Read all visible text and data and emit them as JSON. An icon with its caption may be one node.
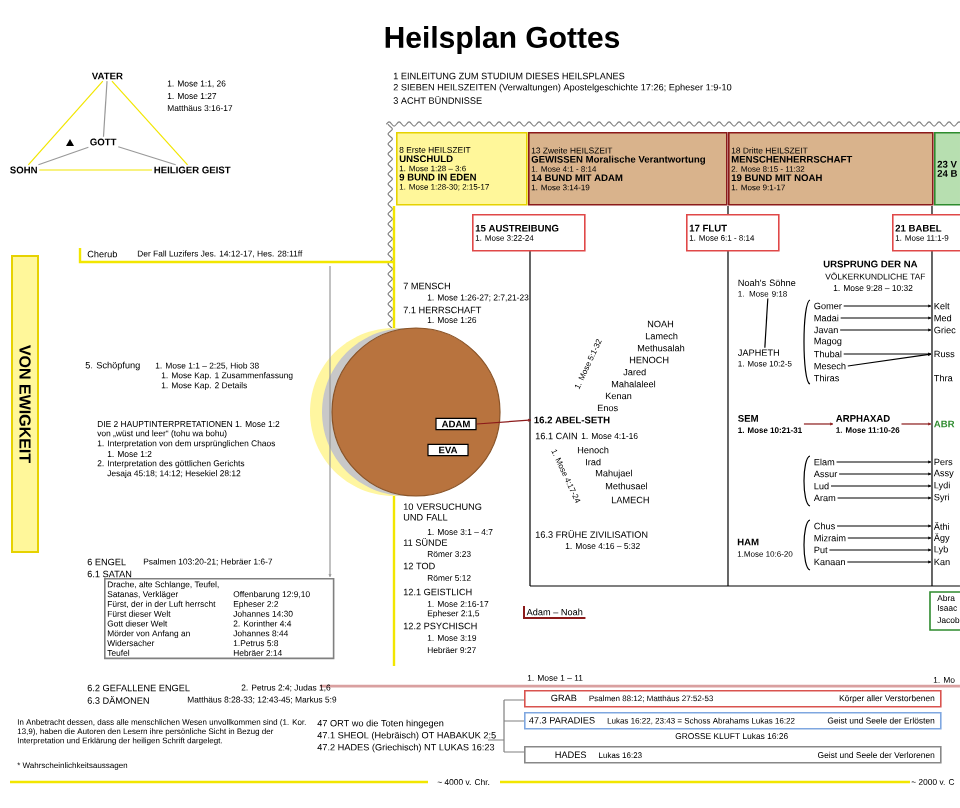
{
  "diagram": {
    "title": "Heilsplan Gottes",
    "nodes": [
      {
        "text": [
          "VATER"
        ]
      },
      {
        "text": [
          "GOTT"
        ]
      },
      {
        "text": [
          "SOHN"
        ]
      },
      {
        "text": [
          "HEILIGER GEIST"
        ]
      },
      {
        "text": [
          "VON EWIGKEIT"
        ]
      },
      {
        "text": [
          "8 Erste HEILSZEIT",
          "UNSCHULD",
          "1. Mose 1:28 – 3:6",
          "9 BUND IN EDEN",
          "1. Mose 1:28-30; 2:15-17"
        ]
      },
      {
        "text": [
          "13 Zweite HEILSZEIT",
          "GEWISSEN Moralische Verantwortung",
          "1. Mose 4:1 - 8:14",
          "14 BUND MIT ADAM",
          "1. Mose 3:14-19"
        ]
      },
      {
        "text": [
          "18 Dritte HEILSZEIT",
          "MENSCHENHERRSCHAFT",
          "2. Mose 8:15 - 11:32",
          "19 BUND MIT NOAH",
          "1. Mose 9:1-17"
        ]
      },
      {
        "text": [
          "23 V",
          "24 B"
        ]
      },
      {
        "text": [
          "15 AUSTREIBUNG",
          "1. Mose 3:22-24"
        ]
      },
      {
        "text": [
          "17 FLUT",
          "1. Mose 6:1 - 8:14"
        ]
      },
      {
        "text": [
          "21 BABEL",
          "1. Mose 11:1-9"
        ]
      },
      {
        "text": [],
        "shape": "circle"
      },
      {
        "text": [
          "ADAM"
        ],
        "in": 12
      },
      {
        "text": [
          "EVA"
        ],
        "in": 12
      },
      {
        "text": [
          "16.2 ABEL-SETH"
        ]
      },
      {
        "text": [
          "Drache, alte Schlange, Teufel, Satanas, Verkläger",
          "Offenbarung 12:9,10",
          "Fürst, der in der Luft herrscht",
          "Epheser 2:2",
          "Fürst dieser Welt",
          "Johannes 14:30",
          "Gott dieser Welt",
          "2. Korinther 4:4",
          "Mörder von Anfang an",
          "Johannes 8:44",
          "Widersacher",
          "1.Petrus 5:8",
          "Teufel",
          "Hebräer 2:14"
        ]
      },
      {
        "text": [
          "Adam – Noah"
        ]
      },
      {
        "text": [
          "SEM",
          "1. Mose 10:21-31"
        ]
      },
      {
        "text": [
          "ARPHAXAD",
          "1. Mose 11:10-26"
        ]
      },
      {
        "text": [
          "ABR"
        ]
      },
      {
        "text": [
          "Noah's Söhne",
          "1. Mose 9:18"
        ]
      },
      {
        "text": [
          "JAPHETH",
          "1. Mose 10:2-5"
        ]
      },
      {
        "text": [
          "Gomer"
        ]
      },
      {
        "text": [
          "Madai"
        ]
      },
      {
        "text": [
          "Javan"
        ]
      },
      {
        "text": [
          "Magog"
        ]
      },
      {
        "text": [
          "Thubal"
        ]
      },
      {
        "text": [
          "Mesech"
        ]
      },
      {
        "text": [
          "Thiras"
        ]
      },
      {
        "text": [
          "Elam"
        ]
      },
      {
        "text": [
          "Assur"
        ]
      },
      {
        "text": [
          "Lud"
        ]
      },
      {
        "text": [
          "Aram"
        ]
      },
      {
        "text": [
          "Chus"
        ]
      },
      {
        "text": [
          "Mizraim"
        ]
      },
      {
        "text": [
          "Put"
        ]
      },
      {
        "text": [
          "Kanaan"
        ]
      },
      {
        "text": [
          "Kelt"
        ]
      },
      {
        "text": [
          "Med"
        ]
      },
      {
        "text": [
          "Griec"
        ]
      },
      {
        "text": [
          "Russ"
        ]
      },
      {
        "text": [
          "Thra"
        ]
      },
      {
        "text": [
          "Pers"
        ]
      },
      {
        "text": [
          "Assy"
        ]
      },
      {
        "text": [
          "Lydi"
        ]
      },
      {
        "text": [
          "Syri"
        ]
      },
      {
        "text": [
          "Äthi"
        ]
      },
      {
        "text": [
          "Ägy"
        ]
      },
      {
        "text": [
          "Lyb"
        ]
      },
      {
        "text": [
          "Kan"
        ]
      },
      {
        "text": [
          "GRAB",
          "Psalmen 88:12; Matthäus 27:52-53",
          "Körper aller Verstorbenen"
        ]
      },
      {
        "text": [
          "47.3 PARADIES",
          "Lukas 16:22, 23:43 = Schoss Abrahams Lukas 16:22",
          "Geist und Seele der Erlösten"
        ]
      },
      {
        "text": [
          "HADES",
          "Lukas 16:23",
          "Geist und Seele der Verlorenen"
        ]
      }
    ],
    "edges": [
      {
        "from": 0,
        "to": 2,
        "arrow": "none",
        "color": "#f2e600"
      },
      {
        "from": 2,
        "to": 3,
        "arrow": "none",
        "color": "#f2e600"
      },
      {
        "from": 3,
        "to": 0,
        "arrow": "none",
        "color": "#f2e600"
      },
      {
        "from": 0,
        "to": 1,
        "arrow": "none",
        "color": "#999999"
      },
      {
        "from": 2,
        "to": 1,
        "arrow": "none",
        "color": "#999999"
      },
      {
        "from": 3,
        "to": 1,
        "arrow": "none",
        "color": "#999999"
      },
      {
        "from": 13,
        "to": 15,
        "arrow": "to",
        "color": "#8b1a1a"
      },
      {
        "from": null,
        "to": 16,
        "arrow": "to",
        "color": "#999999"
      },
      {
        "from": 18,
        "to": 19,
        "arrow": "to",
        "color": "#8b1a1a"
      },
      {
        "from": 19,
        "to": 20,
        "arrow": "to",
        "color": "#8b1a1a"
      },
      {
        "from": 21,
        "to": 22,
        "arrow": "none"
      },
      {
        "from": 23,
        "to": 38,
        "arrow": "to"
      },
      {
        "from": 24,
        "to": 39,
        "arrow": "to"
      },
      {
        "from": 25,
        "to": 40,
        "arrow": "to"
      },
      {
        "from": 27,
        "to": 41,
        "arrow": "to"
      },
      {
        "from": 28,
        "to": 41,
        "arrow": "to"
      },
      {
        "from": 30,
        "to": 43,
        "arrow": "to"
      },
      {
        "from": 31,
        "to": 44,
        "arrow": "to"
      },
      {
        "from": 32,
        "to": 45,
        "arrow": "to"
      },
      {
        "from": 33,
        "to": 46,
        "arrow": "to"
      },
      {
        "from": 34,
        "to": 47,
        "arrow": "to"
      },
      {
        "from": 35,
        "to": 48,
        "arrow": "to"
      },
      {
        "from": 36,
        "to": 49,
        "arrow": "to"
      },
      {
        "from": 37,
        "to": 50,
        "arrow": "to"
      }
    ],
    "labels": [
      "1. Mose 1:1, 26",
      "1. Mose 1:27",
      "Matthäus 3:16-17",
      "1 EINLEITUNG ZUM STUDIUM DIESES HEILSPLANES",
      "2 SIEBEN HEILSZEITEN (Verwaltungen) Apostelgeschichte 17:26; Epheser 1:9-10",
      "3 ACHT BÜNDNISSE",
      "Cherub",
      "Der Fall Luzifers Jes. 14:12-17, Hes. 28:11ff",
      "5. Schöpfung",
      "1. Mose 1:1 – 2:25, Hiob 38",
      "1. Mose Kap. 1 Zusammenfassung",
      "1. Mose Kap. 2 Details",
      "DIE 2 HAUPTINTERPRETATIONEN 1. Mose 1:2",
      "von „wüst und leer“ (tohu wa bohu)",
      "1. Interpretation von dem ursprünglichen Chaos",
      "1. Mose 1:2",
      "2. Interpretation des göttlichen Gerichts",
      "Jesaja 45:18; 14:12; Hesekiel 28:12",
      "6 ENGEL",
      "Psalmen 103:20-21; Hebräer 1:6-7",
      "6.1 SATAN",
      "6.2 GEFALLENE ENGEL",
      "2. Petrus 2:4; Judas 1,6",
      "6.3 DÄMONEN",
      "Matthäus 8:28-33; 12:43-45; Markus 5:9",
      "In Anbetracht dessen, dass alle menschlichen Wesen unvollkommen sind (1. Kor. 13,9), haben die Autoren den Lesern ihre persönliche Sicht in Bezug der Interpretation und Erklärung der heiligen Schrift dargelegt.",
      "* Wahrscheinlichkeitsaussagen",
      "7 MENSCH",
      "1. Mose 1:26-27; 2:7,21-23",
      "7.1 HERRSCHAFT",
      "1. Mose 1:26",
      "10 VERSUCHUNG UND FALL",
      "1. Mose 3:1 – 4:7",
      "11 SÜNDE",
      "Römer 3:23",
      "12 TOD",
      "Römer 5:12",
      "12.1 GEISTLICH",
      "1. Mose 2:16-17",
      "Epheser 2:1,5",
      "12.2 PSYCHISCH",
      "1. Mose 3:19",
      "Hebräer 9:27",
      "NOAH",
      "Lamech",
      "Methusalah",
      "HENOCH",
      "Jared",
      "Mahalaleel",
      "Kenan",
      "Enos",
      "1. Mose 5:1-32",
      "16.1 CAIN",
      "1. Mose 4:1-16",
      "Henoch",
      "Irad",
      "Mahujael",
      "Methusael",
      "LAMECH",
      "1. Mose 4:17-24",
      "16.3 FRÜHE ZIVILISATION",
      "1. Mose 4:16 – 5:32",
      "HAM",
      "1.Mose 10:6-20",
      "URSPRUNG DER NA",
      "VÖLKERKUNDLICHE TAF",
      "1. Mose 9:28 – 10:32",
      "Abra",
      "Isaac",
      "Jacob",
      "1. Mose 1 – 11",
      "47 ORT wo die Toten hingegen",
      "47.1 SHEOL (Hebräisch) OT HABAKUK 2:5",
      "47.2 HADES (Griechisch) NT LUKAS 16:23",
      "GROSSE KLUFT Lukas 16:26",
      "~ 4000 v. Chr.",
      "~ 2000 v. C",
      "1. Mo"
    ]
  }
}
